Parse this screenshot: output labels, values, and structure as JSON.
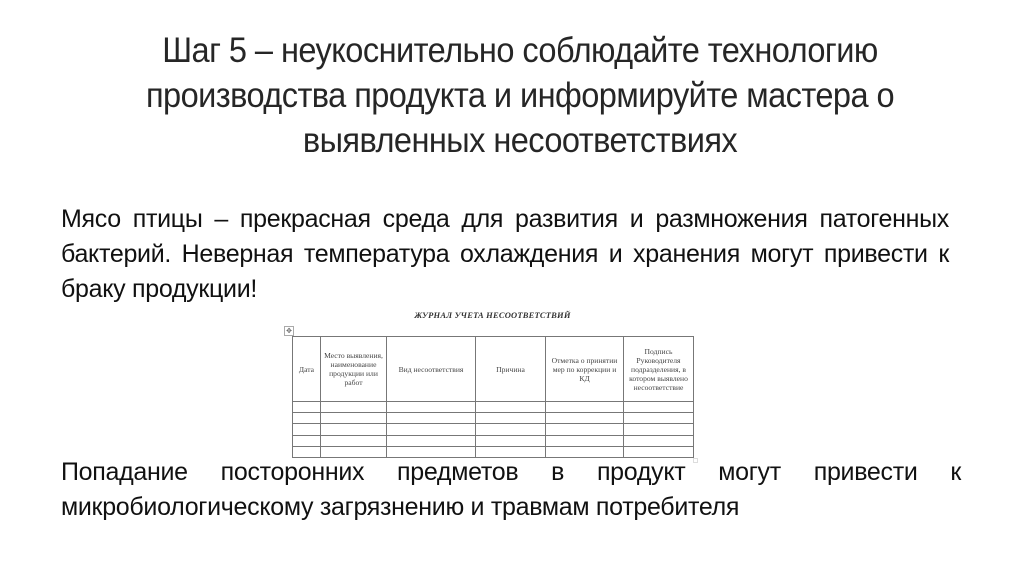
{
  "slide": {
    "title": "Шаг 5 – неукоснительно соблюдайте технологию производства продукта и информируйте мастера о выявленных несоответствиях",
    "paragraph1": "Мясо птицы – прекрасная среда для развития и размножения патогенных бактерий. Неверная температура охлаждения и хранения могут привести к браку продукции!",
    "paragraph2": "Попадание посторонних предметов в продукт могут привести к микробиологическому загрязнению и травмам потребителя"
  },
  "journal": {
    "title": "ЖУРНАЛ УЧЕТА НЕСООТВЕТСТВИЙ",
    "anchor_icon": "table-move-handle",
    "columns": [
      "Дата",
      "Место выявления, наименование продукции или работ",
      "Вид несоответствия",
      "Причина",
      "Отметка о принятии мер по коррекции и КД",
      "Подпись Руководителя подразделения, в котором выявлено несоответствие"
    ],
    "empty_rows": 5
  }
}
